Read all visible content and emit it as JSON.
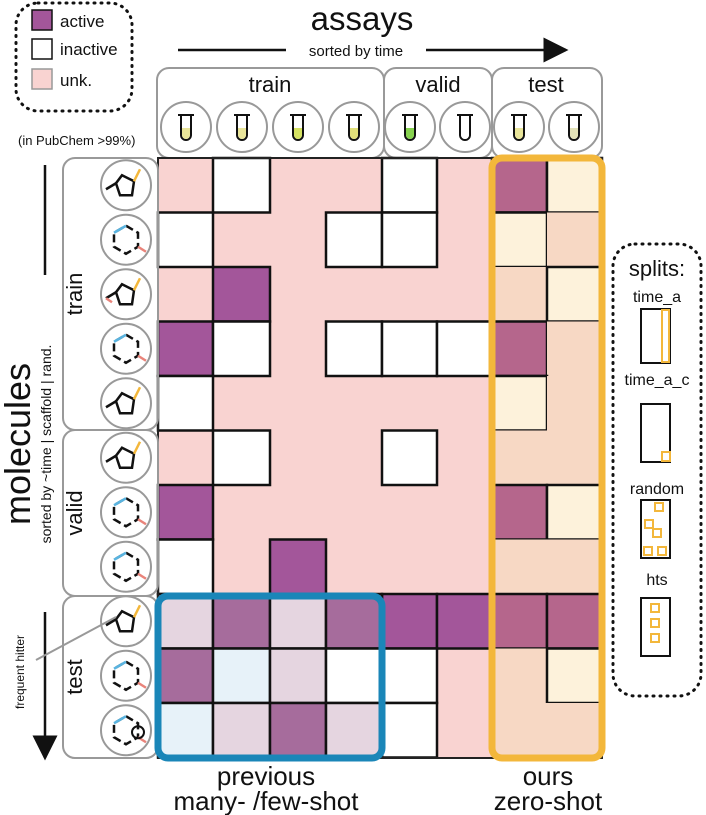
{
  "header": {
    "title": "assays",
    "sorted_label": "sorted by time"
  },
  "legend": {
    "items": [
      {
        "label": "active",
        "color": "#a3569a"
      },
      {
        "label": "inactive",
        "color": "#ffffff"
      },
      {
        "label": "unk.",
        "color": "#f9d3d1"
      }
    ],
    "note": "(in PubChem >99%)"
  },
  "assay_groups": [
    {
      "label": "train"
    },
    {
      "label": "valid"
    },
    {
      "label": "test"
    }
  ],
  "tube_colors": [
    "#e9e59a",
    "#e9e59a",
    "#d5e262",
    "#e1e07a",
    "#86d24e",
    "#ffffff",
    "#e9e59a",
    "#e3e2b8"
  ],
  "molecules": {
    "title": "molecules",
    "subtitle": "sorted by ~time | scaffold | rand.",
    "groups": [
      {
        "label": "train"
      },
      {
        "label": "valid"
      },
      {
        "label": "test"
      }
    ],
    "frequent_hitter_label": "frequent hitter"
  },
  "splits": {
    "title": "splits:",
    "items": [
      {
        "label": "time_a"
      },
      {
        "label": "time_a_c"
      },
      {
        "label": "random"
      },
      {
        "label": "hts"
      }
    ]
  },
  "bottom_labels": {
    "previous_line1": "previous",
    "previous_line2": "many- /few-shot",
    "ours_line1": "ours",
    "ours_line2": "zero-shot"
  },
  "colors": {
    "active": "#a3569a",
    "unknown": "#f9d3d1",
    "test_unknown": "#f7d8c4",
    "box_blue": "#1a86b8",
    "box_orange": "#f3b73b"
  }
}
